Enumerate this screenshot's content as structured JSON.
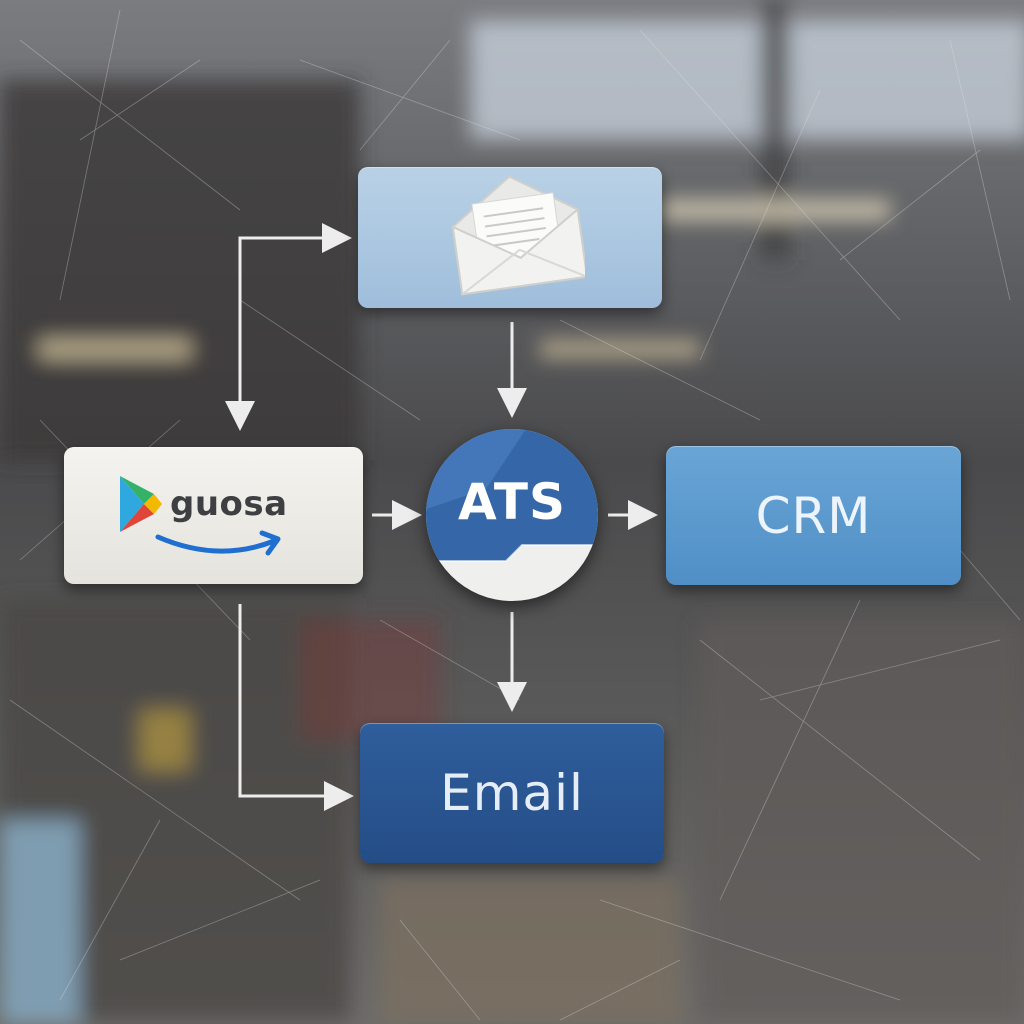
{
  "diagram": {
    "nodes": {
      "envelope": {
        "icon": "envelope-icon",
        "color": "#a8c5df"
      },
      "source": {
        "label": "guosa",
        "icons": [
          "play-store-icon",
          "smile-arrow-icon"
        ],
        "color": "#eeede8"
      },
      "ats": {
        "label": "ATS",
        "color": "#3566a8"
      },
      "crm": {
        "label": "CRM",
        "color": "#5c9ace"
      },
      "email": {
        "label": "Email",
        "color": "#2a5592"
      }
    },
    "edges": [
      {
        "from": "source",
        "to": "envelope"
      },
      {
        "from": "envelope",
        "to": "source"
      },
      {
        "from": "envelope",
        "to": "ats"
      },
      {
        "from": "source",
        "to": "ats"
      },
      {
        "from": "ats",
        "to": "crm"
      },
      {
        "from": "ats",
        "to": "email"
      },
      {
        "from": "source",
        "to": "email"
      }
    ]
  }
}
